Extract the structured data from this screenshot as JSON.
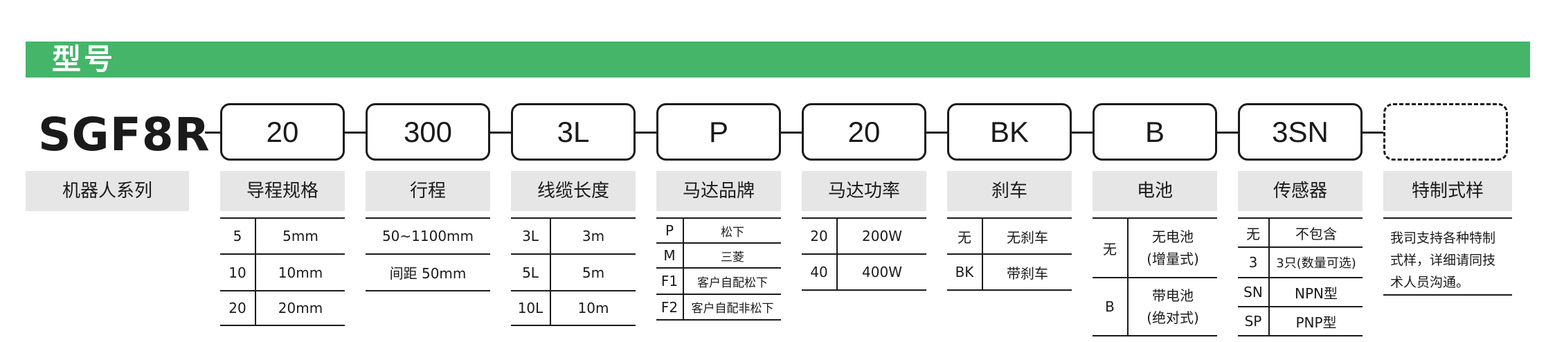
{
  "header": {
    "title": "型号",
    "color": "#45b56a"
  },
  "model_code": "SGF8R",
  "codes": [
    "20",
    "300",
    "3L",
    "P",
    "20",
    "BK",
    "B",
    "3SN",
    ""
  ],
  "series_label": "机器人系列",
  "sections": {
    "lead": {
      "title": "导程规格",
      "rows": [
        [
          "5",
          "5mm"
        ],
        [
          "10",
          "10mm"
        ],
        [
          "20",
          "20mm"
        ]
      ]
    },
    "stroke": {
      "title": "行程",
      "rows": [
        "50~1100mm",
        "间距 50mm"
      ]
    },
    "cable": {
      "title": "线缆长度",
      "rows": [
        [
          "3L",
          "3m"
        ],
        [
          "5L",
          "5m"
        ],
        [
          "10L",
          "10m"
        ]
      ]
    },
    "motor_brand": {
      "title": "马达品牌",
      "rows": [
        [
          "P",
          "松下"
        ],
        [
          "M",
          "三菱"
        ],
        [
          "F1",
          "客户自配松下"
        ],
        [
          "F2",
          "客户自配非松下"
        ]
      ]
    },
    "motor_power": {
      "title": "马达功率",
      "rows": [
        [
          "20",
          "200W"
        ],
        [
          "40",
          "400W"
        ]
      ]
    },
    "brake": {
      "title": "刹车",
      "rows": [
        [
          "无",
          "无刹车"
        ],
        [
          "BK",
          "带刹车"
        ]
      ]
    },
    "battery": {
      "title": "电池",
      "rows": [
        [
          "无",
          "无电池",
          "(增量式)"
        ],
        [
          "B",
          "带电池",
          "(绝对式)"
        ]
      ]
    },
    "sensor": {
      "title": "传感器",
      "rows": [
        [
          "无",
          "不包含"
        ],
        [
          "3",
          "3只(数量可选)"
        ],
        [
          "SN",
          "NPN型"
        ],
        [
          "SP",
          "PNP型"
        ]
      ]
    },
    "custom": {
      "title": "特制式样",
      "note_lines": [
        "我司支持各种特制",
        "式样，详细请同技",
        "术人员沟通。"
      ]
    }
  }
}
